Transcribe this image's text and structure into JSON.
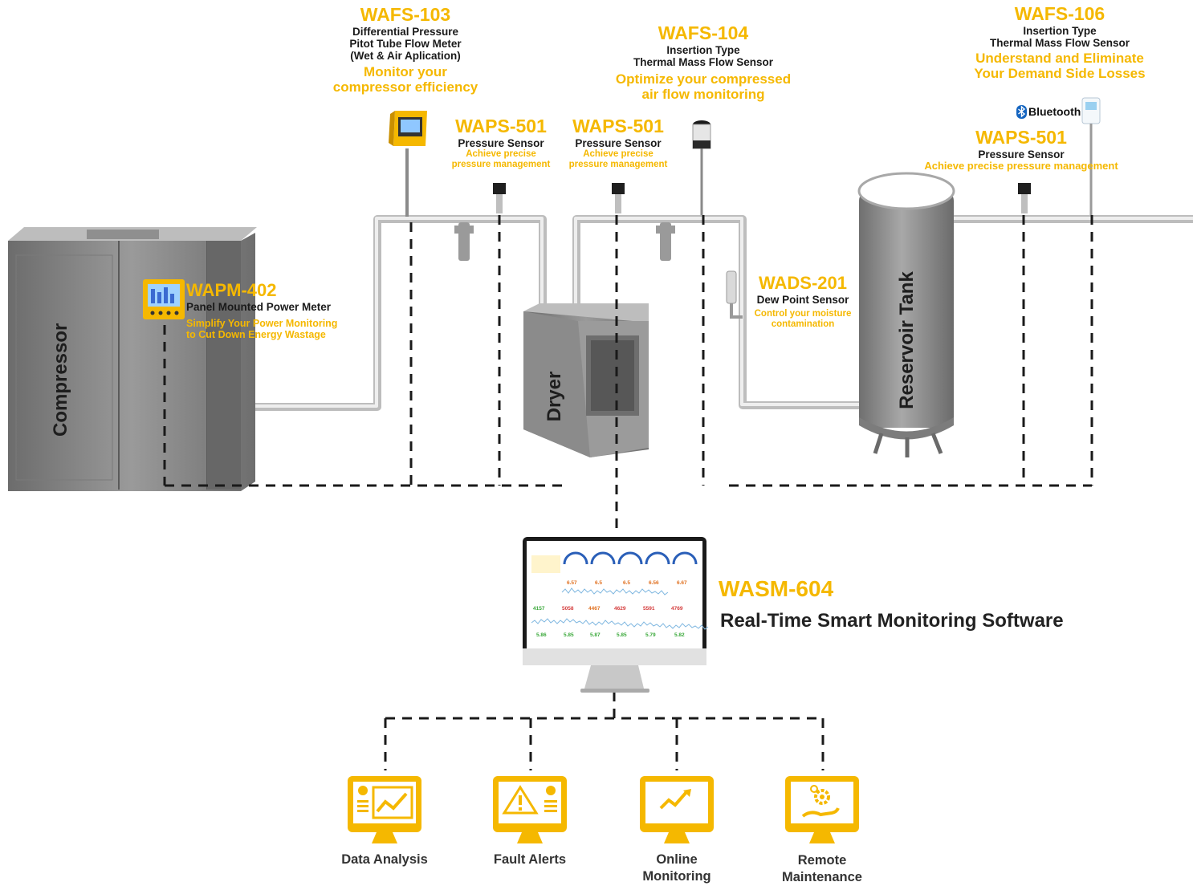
{
  "equipment": {
    "compressor": "Compressor",
    "dryer": "Dryer",
    "reservoir": "Reservoir Tank"
  },
  "sensors": {
    "wafs103": {
      "code": "WAFS-103",
      "line1": "Differential Pressure",
      "line2": "Pitot Tube Flow Meter",
      "line3": "(Wet & Air Aplication)",
      "benefit1": "Monitor your",
      "benefit2": "compressor efficiency"
    },
    "wafs104": {
      "code": "WAFS-104",
      "line1": "Insertion Type",
      "line2": "Thermal Mass Flow Sensor",
      "benefit1": "Optimize your compressed",
      "benefit2": "air flow monitoring"
    },
    "wafs106": {
      "code": "WAFS-106",
      "line1": "Insertion Type",
      "line2": "Thermal Mass Flow Sensor",
      "benefit1": "Understand and Eliminate",
      "benefit2": "Your Demand Side Losses",
      "bluetooth": "Bluetooth"
    },
    "waps501a": {
      "code": "WAPS-501",
      "line1": "Pressure Sensor",
      "benefit1": "Achieve precise",
      "benefit2": "pressure management"
    },
    "waps501b": {
      "code": "WAPS-501",
      "line1": "Pressure Sensor",
      "benefit1": "Achieve precise",
      "benefit2": "pressure management"
    },
    "waps501c": {
      "code": "WAPS-501",
      "line1": "Pressure Sensor",
      "benefit1": "Achieve precise pressure management"
    },
    "wapm402": {
      "code": "WAPM-402",
      "line1": "Panel Mounted Power Meter",
      "benefit1": "Simplify  Your Power Monitoring",
      "benefit2": "to Cut Down Energy Wastage"
    },
    "wads201": {
      "code": "WADS-201",
      "line1": "Dew Point Sensor",
      "benefit1": "Control your moisture",
      "benefit2": "contamination"
    }
  },
  "software": {
    "code": "WASM-604",
    "description": "Real-Time Smart Monitoring Software",
    "screen_values": {
      "row1": [
        "6.57",
        "6.5",
        "6.5",
        "6.56",
        "6.67"
      ],
      "row2": [
        "4157",
        "5058",
        "4467",
        "4629",
        "5591",
        "4769"
      ],
      "row3": [
        "5.86",
        "5.85",
        "5.87",
        "5.85",
        "5.79",
        "5.82"
      ]
    }
  },
  "features": [
    {
      "label": "Data Analysis",
      "icon": "data-analysis-icon"
    },
    {
      "label": "Fault Alerts",
      "icon": "fault-alert-icon"
    },
    {
      "label": "Online Monitoring",
      "icon": "online-monitoring-icon"
    },
    {
      "label": "Remote Maintenance",
      "icon": "remote-maintenance-icon"
    }
  ],
  "colors": {
    "accent": "#f5b800",
    "text": "#1a1a1a",
    "equipment": "#8a8a8a",
    "pipe": "#d9d9d9"
  }
}
